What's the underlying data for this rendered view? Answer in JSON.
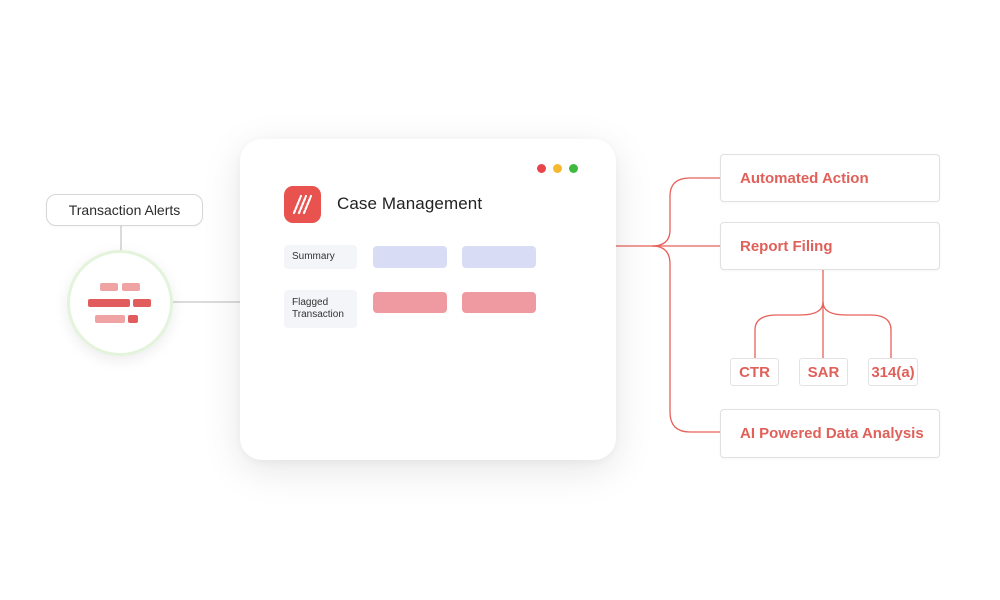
{
  "alerts": {
    "label": "Transaction Alerts"
  },
  "card": {
    "title": "Case Management",
    "rows": [
      {
        "label": "Summary"
      },
      {
        "label_lines": [
          "Flagged",
          "Transaction"
        ]
      }
    ]
  },
  "outputs": {
    "automated_action": "Automated Action",
    "report_filing": "Report Filing",
    "reports": [
      "CTR",
      "SAR",
      "314(a)"
    ],
    "ai_analysis": "AI Powered Data Analysis"
  },
  "colors": {
    "accent": "#e0605a",
    "logo": "#e8534f",
    "dot_red": "#e8454a",
    "dot_yellow": "#f5b82e",
    "dot_green": "#3fba3f",
    "summary_block": "#d8dcf4",
    "flag_block": "#ef9aa0",
    "ring": "#e4f4dc"
  },
  "icons": {
    "logo": "slash-hatch-logo-icon",
    "alert": "brick-pattern-alert-icon"
  }
}
